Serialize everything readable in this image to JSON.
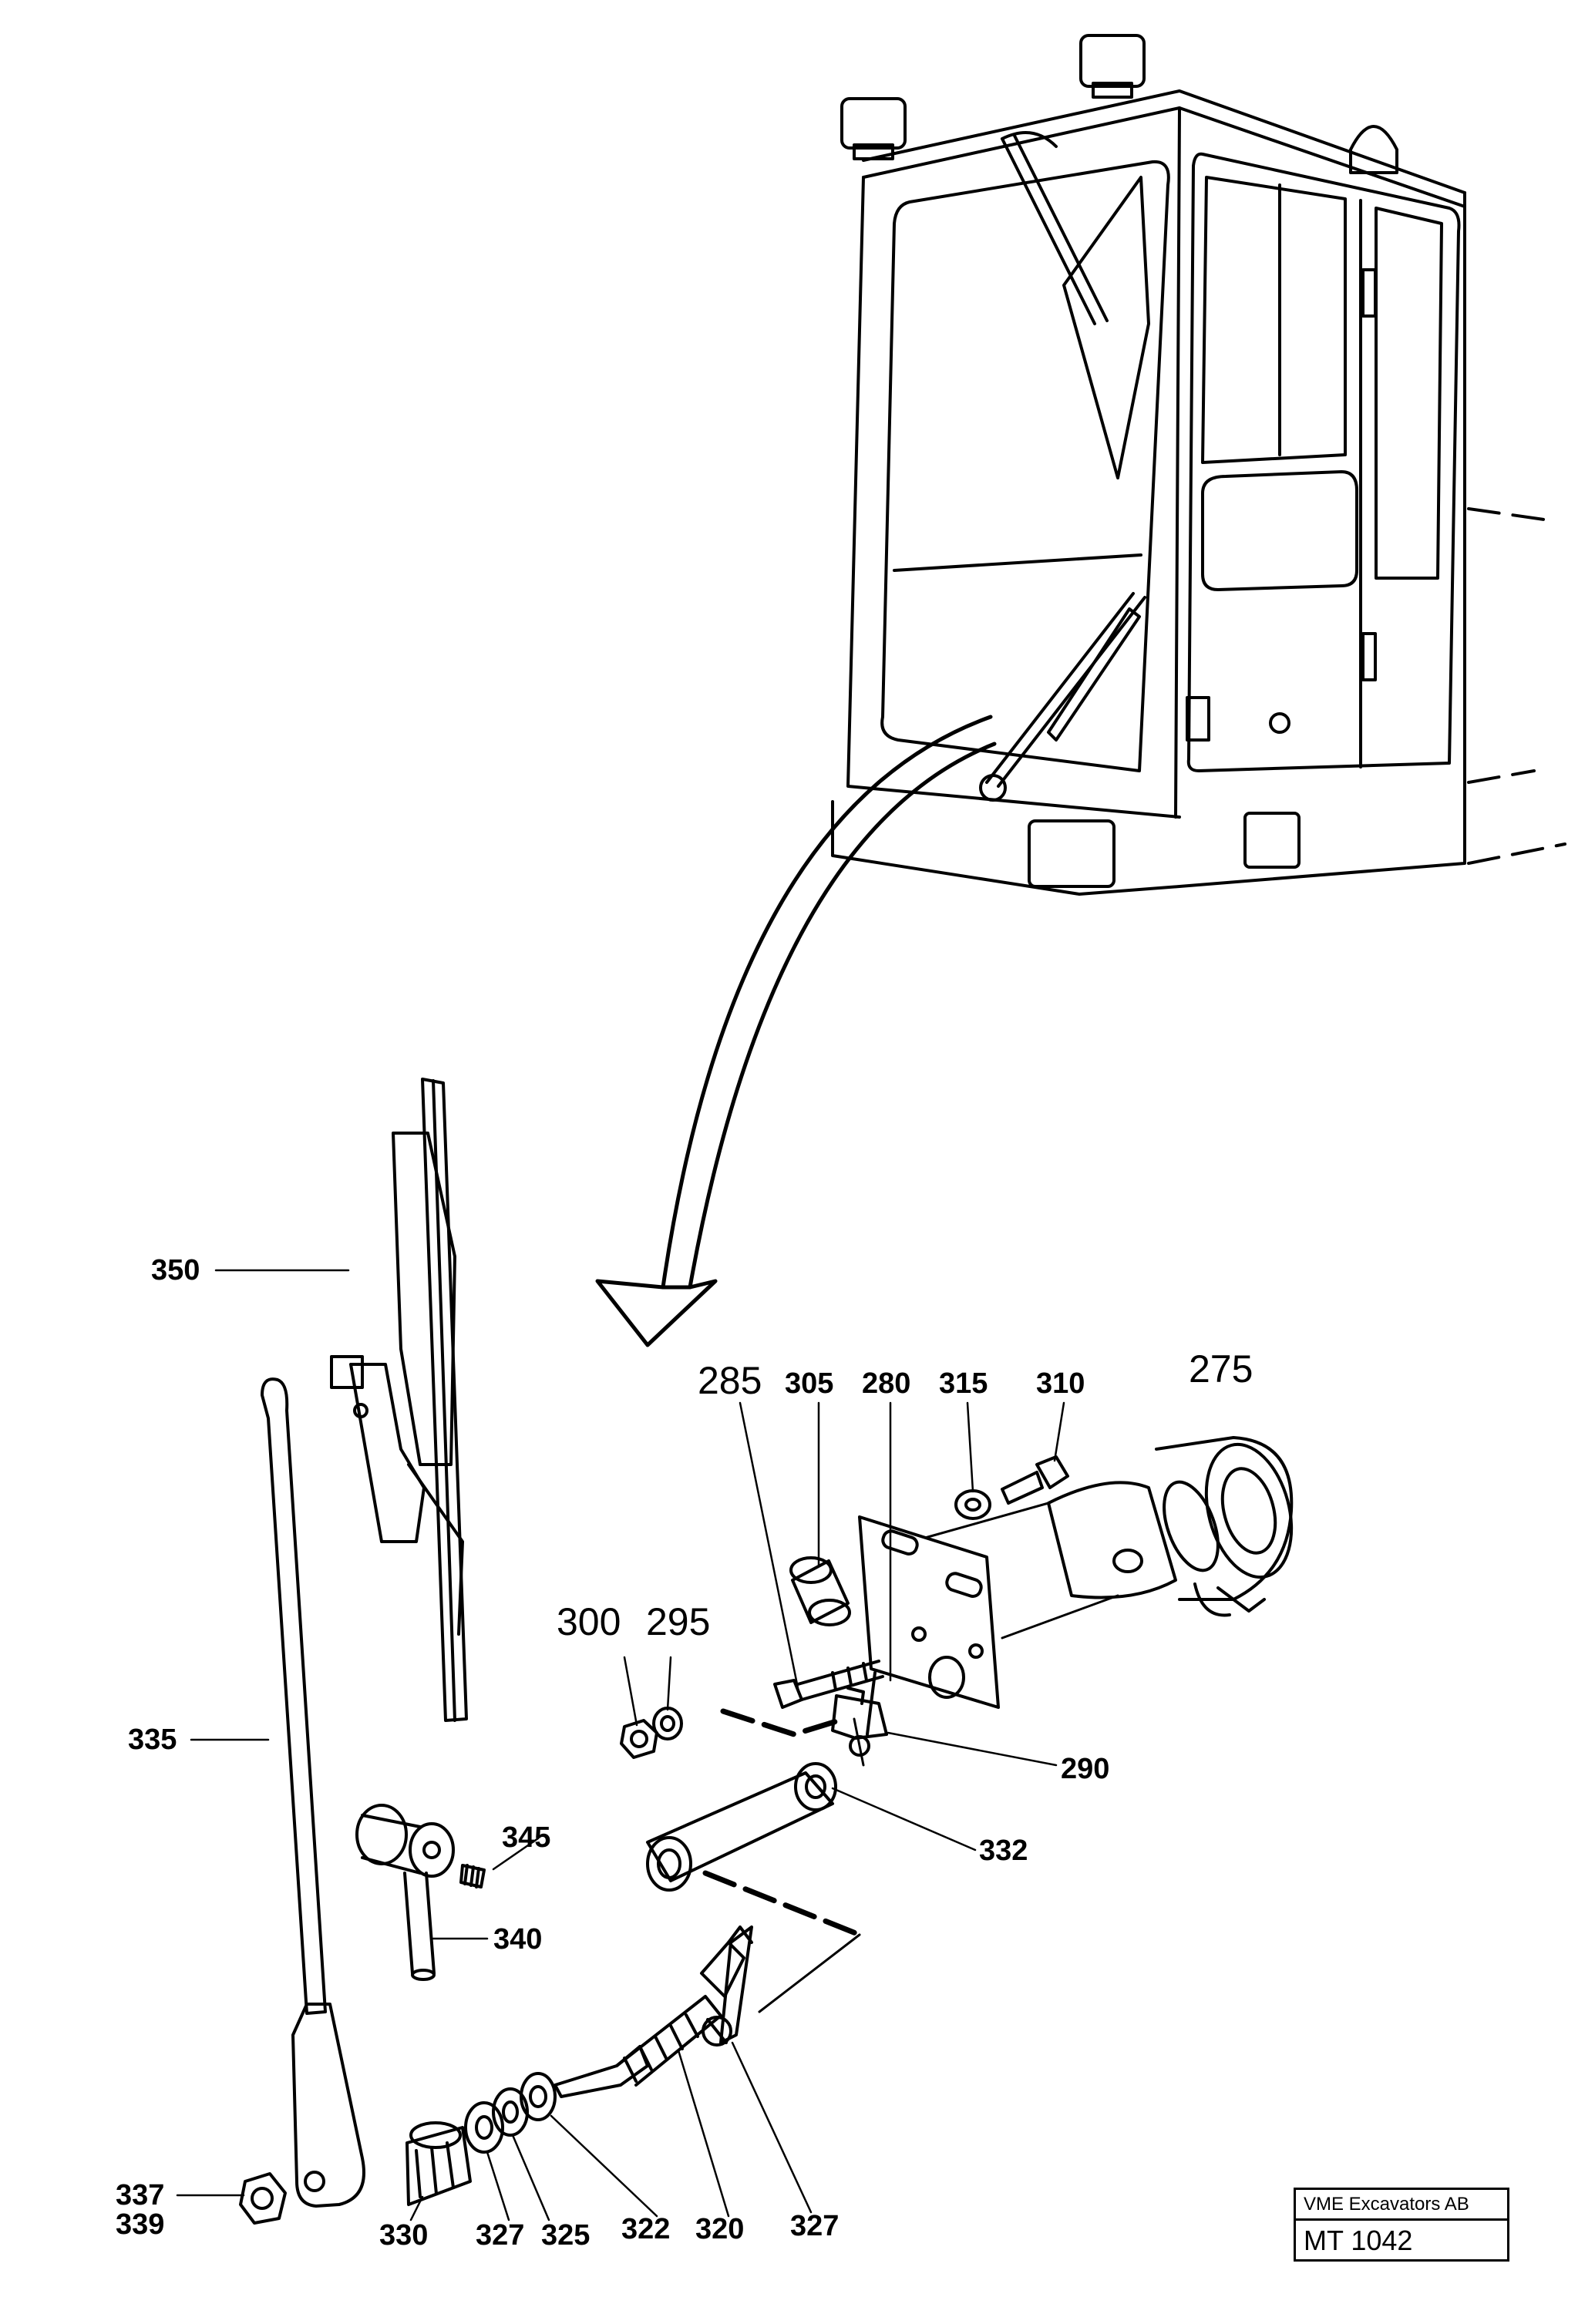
{
  "title_block": {
    "company": "VME Excavators AB",
    "drawing_number": "MT 1042"
  },
  "callouts": {
    "c350": "350",
    "c335": "335",
    "c285": "285",
    "c305": "305",
    "c280": "280",
    "c315": "315",
    "c310": "310",
    "c275": "275",
    "c300": "300",
    "c295": "295",
    "c290": "290",
    "c332": "332",
    "c345": "345",
    "c340": "340",
    "c337": "337",
    "c339": "339",
    "c330": "330",
    "c327a": "327",
    "c325": "325",
    "c322": "322",
    "c320": "320",
    "c327b": "327"
  }
}
